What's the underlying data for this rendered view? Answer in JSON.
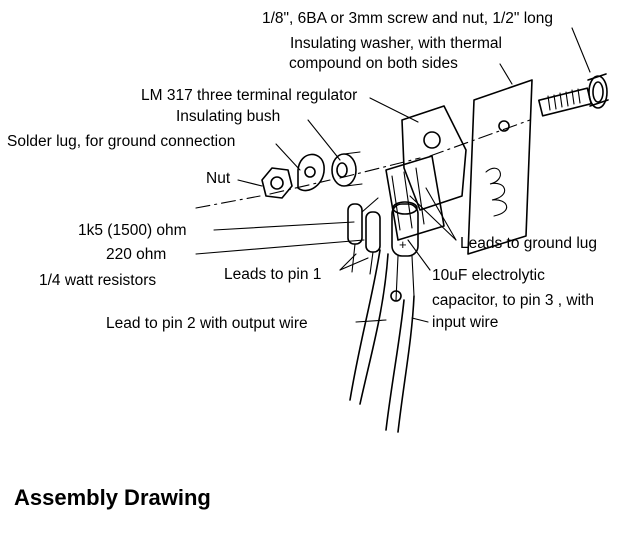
{
  "labels": {
    "screw": "1/8\", 6BA or 3mm screw and nut, 1/2\" long",
    "washer_1": "Insulating washer, with thermal",
    "washer_2": "compound on both sides",
    "regulator": "LM 317 three terminal regulator",
    "bush": "Insulating bush",
    "solder_lug": "Solder lug, for ground connection",
    "nut": "Nut",
    "r_1k5": "1k5 (1500) ohm",
    "r_220": "220 ohm",
    "resistors": "1/4 watt resistors",
    "leads_pin1": "Leads to pin 1",
    "leads_ground": "Leads to ground lug",
    "cap_1": "10uF electrolytic",
    "cap_2": "capacitor, to pin 3 , with",
    "cap_3": "input wire",
    "lead_pin2": "Lead to pin 2 with output wire",
    "cap_polarity": "+"
  },
  "title": "Assembly Drawing"
}
